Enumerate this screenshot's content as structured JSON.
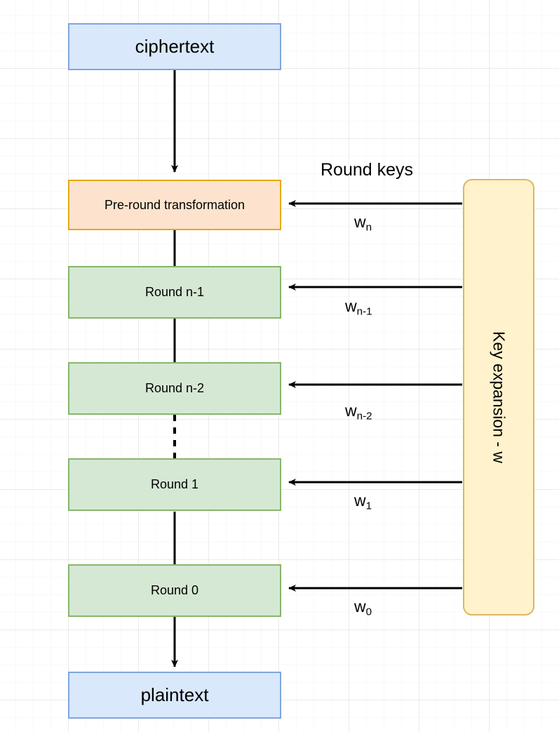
{
  "diagram": {
    "title_label": "Round keys",
    "nodes": {
      "ciphertext": "ciphertext",
      "pre_round": "Pre-round transformation",
      "round_n1": "Round n-1",
      "round_n2": "Round n-2",
      "round_1": "Round 1",
      "round_0": "Round 0",
      "plaintext": "plaintext",
      "key_expansion": "Key expansion - w"
    },
    "round_key_labels": [
      {
        "base": "w",
        "sub": "n"
      },
      {
        "base": "w",
        "sub": "n-1"
      },
      {
        "base": "w",
        "sub": "n-2"
      },
      {
        "base": "w",
        "sub": "1"
      },
      {
        "base": "w",
        "sub": "0"
      }
    ],
    "colors": {
      "io_fill": "#dae8fc",
      "io_stroke": "#7ea6dc",
      "pre_fill": "#fde3cd",
      "pre_stroke": "#e6a911",
      "round_fill": "#d5e8d4",
      "round_stroke": "#86b66a",
      "key_fill": "#fff2cc",
      "key_stroke": "#dbb861",
      "edge": "#000000"
    }
  }
}
